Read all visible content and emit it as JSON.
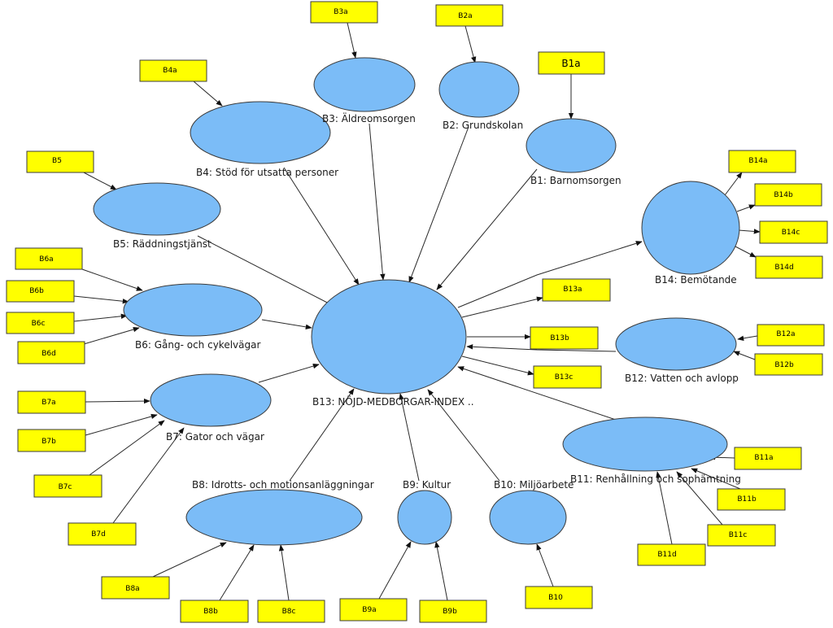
{
  "nodes": {
    "B1": {
      "label": "B1: Barnomsorgen"
    },
    "B2": {
      "label": "B2: Grundskolan"
    },
    "B3": {
      "label": "B3: Äldreomsorgen"
    },
    "B4": {
      "label": "B4: Stöd för utsatta personer"
    },
    "B5": {
      "label": "B5: Räddningstjänst"
    },
    "B6": {
      "label": "B6: Gång- och cykelvägar"
    },
    "B7": {
      "label": "B7: Gator och vägar"
    },
    "B8": {
      "label": "B8: Idrotts- och motionsanläggningar"
    },
    "B9": {
      "label": "B9: Kultur"
    },
    "B10": {
      "label": "B10: Miljöarbete"
    },
    "B11": {
      "label": "B11: Renhållning och sophämtning"
    },
    "B12": {
      "label": "B12: Vatten och avlopp"
    },
    "B13": {
      "label": "B13: NÖJD-MEDBORGAR-INDEX .."
    },
    "B14": {
      "label": "B14: Bemötande"
    }
  },
  "indicators": {
    "B1a": "B1a",
    "B2a": "B2a",
    "B3a": "B3a",
    "B4a": "B4a",
    "B5": "B5",
    "B6a": "B6a",
    "B6b": "B6b",
    "B6c": "B6c",
    "B6d": "B6d",
    "B7a": "B7a",
    "B7b": "B7b",
    "B7c": "B7c",
    "B7d": "B7d",
    "B8a": "B8a",
    "B8b": "B8b",
    "B8c": "B8c",
    "B9a": "B9a",
    "B9b": "B9b",
    "B10": "B10",
    "B11a": "B11a",
    "B11b": "B11b",
    "B11c": "B11c",
    "B11d": "B11d",
    "B12a": "B12a",
    "B12b": "B12b",
    "B13a": "B13a",
    "B13b": "B13b",
    "B13c": "B13c",
    "B14a": "B14a",
    "B14b": "B14b",
    "B14c": "B14c",
    "B14d": "B14d"
  },
  "colors": {
    "latent_fill": "#7bbcf7",
    "indicator_fill": "#ffff00",
    "edge": "#2a2a2a"
  }
}
